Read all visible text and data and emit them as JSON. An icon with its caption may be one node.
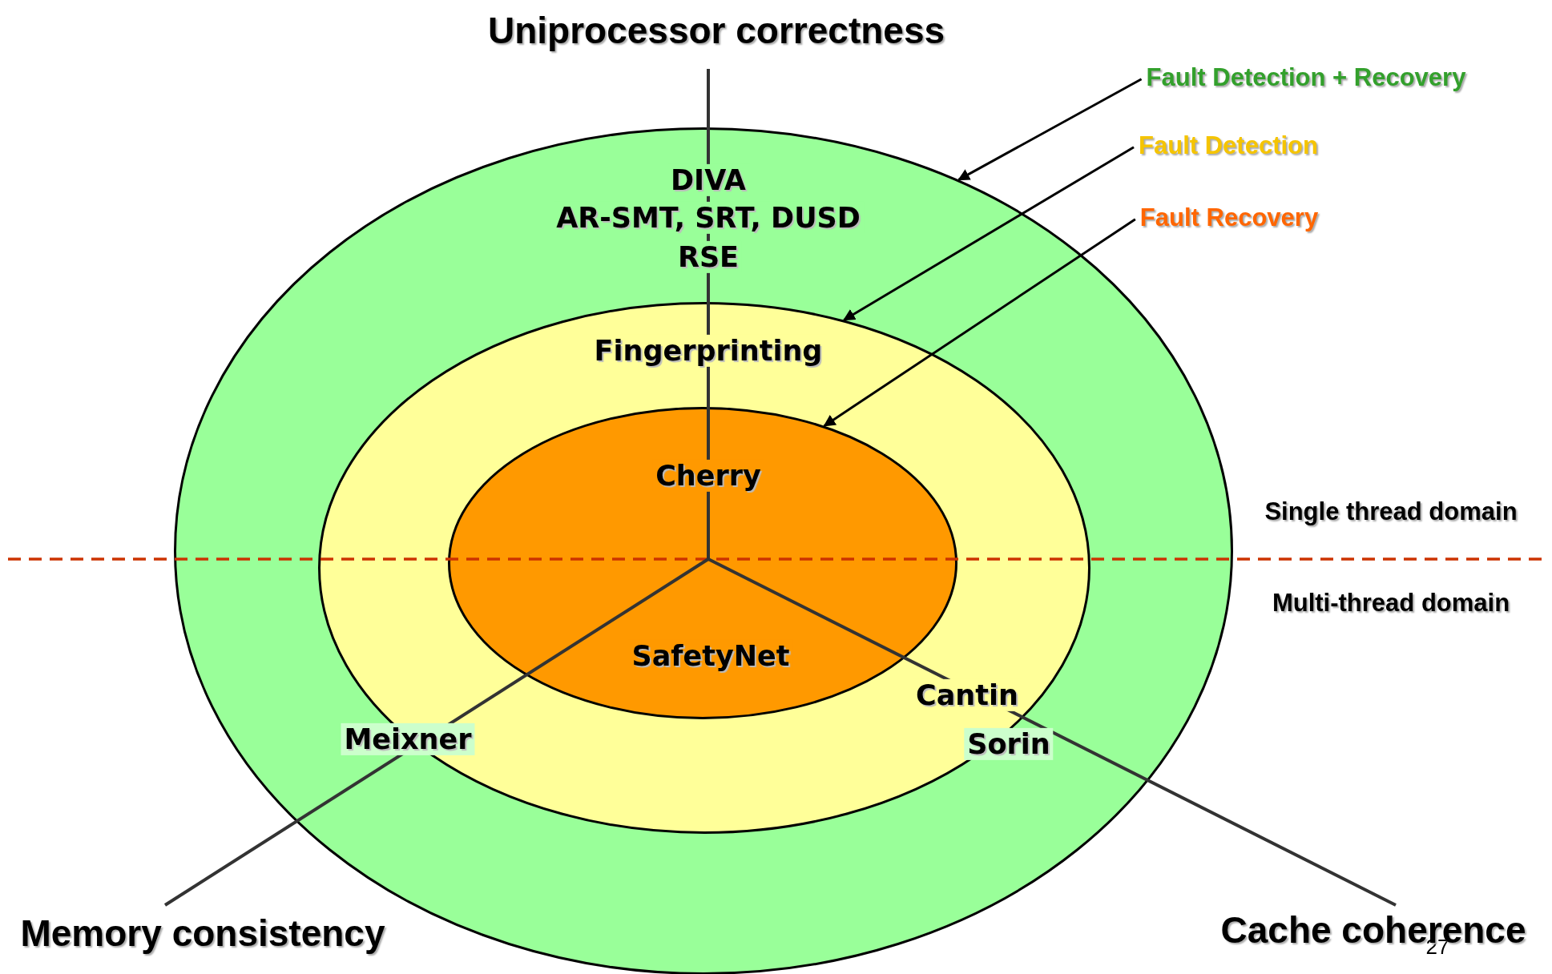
{
  "diagram": {
    "title": "Uniprocessor correctness",
    "nodes": [
      {
        "text": [
          "DIVA",
          "AR-SMT, SRT, DUSD",
          "RSE"
        ]
      },
      {
        "text": [
          "Fingerprinting",
          "Meixner",
          "Cantin",
          "Sorin"
        ],
        "in": 0
      },
      {
        "text": [
          "Cherry",
          "SafetyNet"
        ],
        "in": 1
      },
      {
        "text": [
          "Fault Detection + Recovery"
        ]
      },
      {
        "text": [
          "Fault Detection"
        ]
      },
      {
        "text": [
          "Fault Recovery"
        ]
      }
    ],
    "edges": [
      {
        "from": 3,
        "to": 0,
        "arrow": "to"
      },
      {
        "from": 4,
        "to": 1,
        "arrow": "to"
      },
      {
        "from": 5,
        "to": 2,
        "arrow": "to"
      }
    ],
    "labels": [
      "Single thread domain",
      "Multi-thread domain",
      "Memory consistency",
      "Cache coherence",
      "27"
    ]
  }
}
